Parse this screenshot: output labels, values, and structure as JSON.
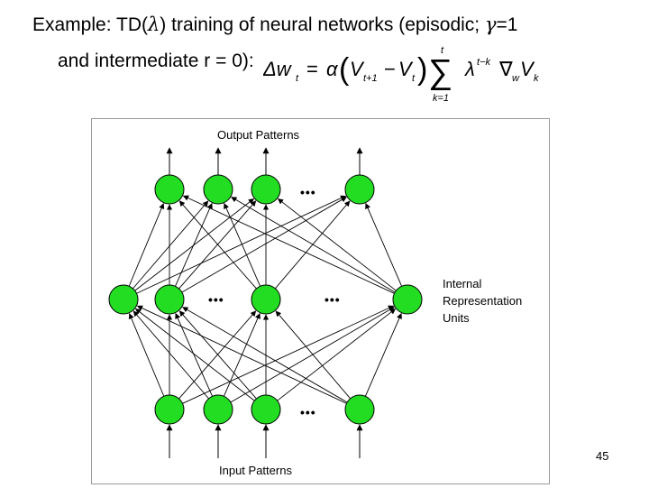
{
  "slide": {
    "title_line1_prefix": "Example: TD(",
    "title_line1_lambda": "λ",
    "title_line1_mid": ") training of neural networks (episodic; ",
    "title_line1_gamma": "γ",
    "title_line1_suffix": "=1",
    "title_line2": "and intermediate r = 0):",
    "page_number": "45"
  },
  "formula": {
    "lhs": "Δw",
    "lhs_sub": "t",
    "equals": "=",
    "alpha": "α",
    "v_next": "V",
    "v_next_sub": "t+1",
    "minus": "−",
    "v_cur": "V",
    "v_cur_sub": "t",
    "sum_symbol": "∑",
    "sum_upper": "t",
    "sum_lower": "k=1",
    "lambda": "λ",
    "lambda_exp": "t−k",
    "nabla": "∇",
    "nabla_sub": "w",
    "v_k": "V",
    "v_k_sub": "k"
  },
  "network": {
    "output_label": "Output Patterns",
    "input_label": "Input Patterns",
    "hidden_label_lines": [
      "Internal",
      "Representation",
      "Units"
    ],
    "ellipsis": "•••",
    "node_color": "#22dd22"
  }
}
